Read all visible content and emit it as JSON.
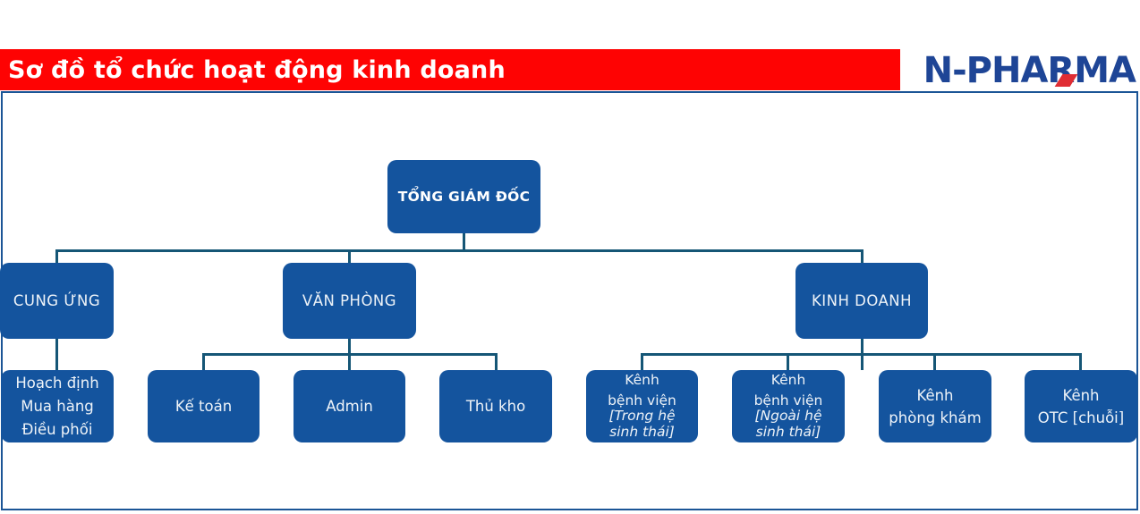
{
  "header": {
    "title": "Sơ đồ tổ chức hoạt động kinh doanh"
  },
  "logo": {
    "part1": "N-PHA",
    "r": "R",
    "part2": "MA",
    "blue": "#1e4596",
    "red": "#e02d33"
  },
  "colors": {
    "header_red": "#fe0303",
    "node_blue": "#14549e",
    "connector": "#155676",
    "frame_border": "#1b5596"
  },
  "org": {
    "root": {
      "label": "TỔNG GIÁM ĐỐC"
    },
    "level2": {
      "cung_ung": "CUNG ỨNG",
      "van_phong": "VĂN PHÒNG",
      "kinh_doanh": "KINH DOANH"
    },
    "level3": {
      "cung_ung_dept": {
        "line1": "Hoạch định",
        "line2": "Mua hàng",
        "line3": "Điều phối"
      },
      "ke_toan": "Kế toán",
      "admin": "Admin",
      "thu_kho": "Thủ kho",
      "kenh_bv_trong": {
        "line1": "Kênh",
        "line2": "bệnh viện",
        "line3": "[Trong hệ",
        "line4": "sinh thái]"
      },
      "kenh_bv_ngoai": {
        "line1": "Kênh",
        "line2": "bệnh viện",
        "line3": "[Ngoài hệ",
        "line4": "sinh thái]"
      },
      "kenh_phong_kham": {
        "line1": "Kênh",
        "line2": "phòng khám"
      },
      "kenh_otc": {
        "line1": "Kênh",
        "line2": "OTC [chuỗi]"
      }
    }
  }
}
